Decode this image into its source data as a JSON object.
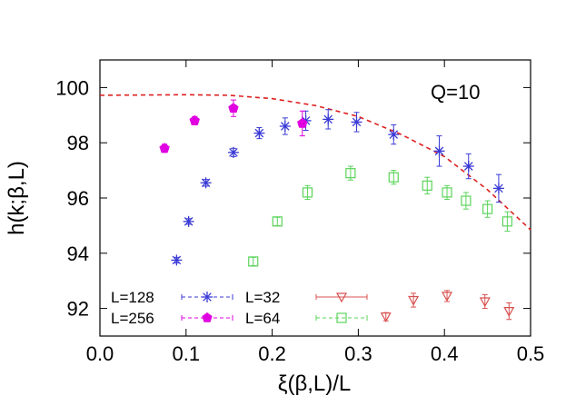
{
  "chart_data": {
    "type": "scatter",
    "title": "",
    "xlabel": "ξ(β,L)/L",
    "ylabel": "h(k;β,L)",
    "xlim": [
      0.0,
      0.5
    ],
    "ylim": [
      91.0,
      101.0
    ],
    "xticks": [
      "0.0",
      "0.1",
      "0.2",
      "0.3",
      "0.4",
      "0.5"
    ],
    "yticks": [
      "92",
      "94",
      "96",
      "98",
      "100"
    ],
    "annotation": "Q=10",
    "legend_placement": "bottom-left",
    "grid": false,
    "series": [
      {
        "name": "L=128",
        "color": "#3a3ad6",
        "marker": "asterisk",
        "points": [
          {
            "x": 0.089,
            "y": 93.75,
            "err": 0.1
          },
          {
            "x": 0.103,
            "y": 95.15,
            "err": 0.1
          },
          {
            "x": 0.123,
            "y": 96.55,
            "err": 0.12
          },
          {
            "x": 0.155,
            "y": 97.65,
            "err": 0.15
          },
          {
            "x": 0.185,
            "y": 98.35,
            "err": 0.2
          },
          {
            "x": 0.215,
            "y": 98.6,
            "err": 0.3
          },
          {
            "x": 0.239,
            "y": 98.8,
            "err": 0.35
          },
          {
            "x": 0.265,
            "y": 98.85,
            "err": 0.35
          },
          {
            "x": 0.298,
            "y": 98.75,
            "err": 0.35
          },
          {
            "x": 0.341,
            "y": 98.3,
            "err": 0.35
          },
          {
            "x": 0.394,
            "y": 97.7,
            "err": 0.55
          },
          {
            "x": 0.428,
            "y": 97.15,
            "err": 0.45
          },
          {
            "x": 0.463,
            "y": 96.35,
            "err": 0.5
          }
        ]
      },
      {
        "name": "L=256",
        "color": "#e000e0",
        "marker": "pentagon",
        "points": [
          {
            "x": 0.075,
            "y": 97.8,
            "err": 0.15
          },
          {
            "x": 0.11,
            "y": 98.8,
            "err": 0.15
          },
          {
            "x": 0.155,
            "y": 99.25,
            "err": 0.3
          },
          {
            "x": 0.235,
            "y": 98.7,
            "err": 0.45
          }
        ]
      },
      {
        "name": "L=32",
        "color": "#d85050",
        "marker": "triangle-down",
        "points": [
          {
            "x": 0.332,
            "y": 91.7,
            "err": 0.15
          },
          {
            "x": 0.364,
            "y": 92.3,
            "err": 0.25
          },
          {
            "x": 0.403,
            "y": 92.45,
            "err": 0.2
          },
          {
            "x": 0.447,
            "y": 92.25,
            "err": 0.25
          },
          {
            "x": 0.475,
            "y": 91.9,
            "err": 0.3
          }
        ]
      },
      {
        "name": "L=64",
        "color": "#5ad45a",
        "marker": "square",
        "points": [
          {
            "x": 0.178,
            "y": 93.7,
            "err": 0.15
          },
          {
            "x": 0.206,
            "y": 95.15,
            "err": 0.15
          },
          {
            "x": 0.241,
            "y": 96.2,
            "err": 0.25
          },
          {
            "x": 0.291,
            "y": 96.9,
            "err": 0.25
          },
          {
            "x": 0.341,
            "y": 96.75,
            "err": 0.25
          },
          {
            "x": 0.38,
            "y": 96.45,
            "err": 0.3
          },
          {
            "x": 0.403,
            "y": 96.2,
            "err": 0.25
          },
          {
            "x": 0.425,
            "y": 95.9,
            "err": 0.3
          },
          {
            "x": 0.45,
            "y": 95.6,
            "err": 0.3
          },
          {
            "x": 0.473,
            "y": 95.15,
            "err": 0.35
          }
        ]
      }
    ],
    "curve": {
      "color": "#dd2020",
      "style": "dashed",
      "points": [
        {
          "x": 0.0,
          "y": 99.72
        },
        {
          "x": 0.05,
          "y": 99.73
        },
        {
          "x": 0.1,
          "y": 99.74
        },
        {
          "x": 0.15,
          "y": 99.72
        },
        {
          "x": 0.2,
          "y": 99.6
        },
        {
          "x": 0.25,
          "y": 99.35
        },
        {
          "x": 0.3,
          "y": 98.95
        },
        {
          "x": 0.35,
          "y": 98.3
        },
        {
          "x": 0.4,
          "y": 97.5
        },
        {
          "x": 0.45,
          "y": 96.3
        },
        {
          "x": 0.5,
          "y": 94.85
        }
      ]
    }
  }
}
